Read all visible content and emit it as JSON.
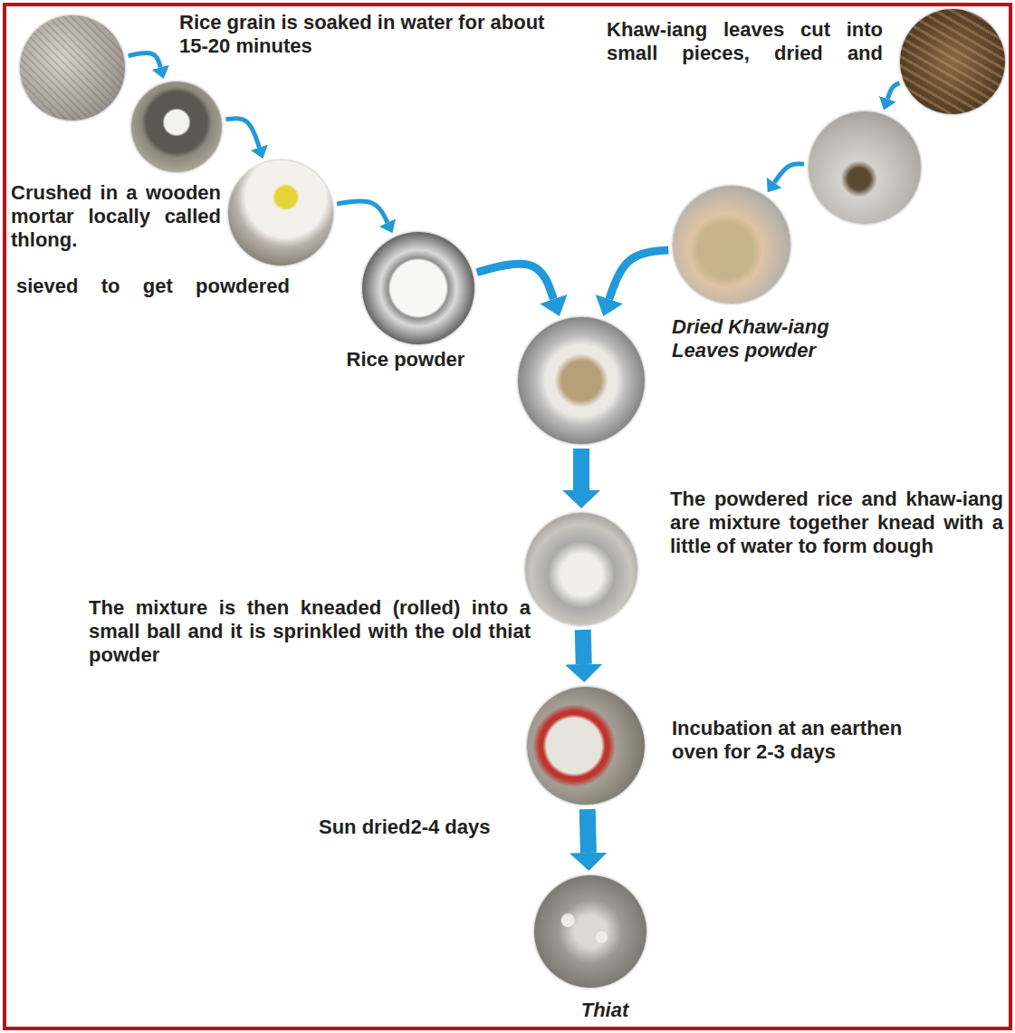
{
  "diagram": {
    "nodes": [
      {
        "text": [
          "Rice grain is soaked in water for about 15-20 minutes"
        ]
      },
      {
        "text": [
          "Crushed in a wooden mortar locally called thlong."
        ]
      },
      {
        "text": [
          "sieved to get powdered"
        ]
      },
      {
        "text": [
          "Rice powder"
        ]
      },
      {
        "text": [
          "Khaw-iang leaves cut into small pieces, dried and"
        ]
      },
      {
        "text": []
      },
      {
        "text": [
          "Dried Khaw-iang Leaves powder"
        ]
      },
      {
        "text": [
          "The powdered rice and khaw-iang are mixture together knead with a little of water to form dough"
        ]
      },
      {
        "text": [
          "The mixture is then kneaded (rolled) into a small ball and it is sprinkled with the old thiat powder"
        ]
      },
      {
        "text": [
          "Incubation at an earthen oven for 2-3 days"
        ]
      },
      {
        "text": [
          "Sun dried2-4 days",
          "Thiat"
        ]
      }
    ],
    "edges": [
      {
        "from": 0,
        "to": 1,
        "arrow": "to"
      },
      {
        "from": 1,
        "to": 2,
        "arrow": "to"
      },
      {
        "from": 2,
        "to": 3,
        "arrow": "to"
      },
      {
        "from": 3,
        "to": 7,
        "arrow": "to"
      },
      {
        "from": 4,
        "to": 5,
        "arrow": "to"
      },
      {
        "from": 5,
        "to": 6,
        "arrow": "to"
      },
      {
        "from": 6,
        "to": 7,
        "arrow": "to"
      },
      {
        "from": 7,
        "to": 8,
        "arrow": "to"
      },
      {
        "from": 8,
        "to": 9,
        "arrow": "to"
      },
      {
        "from": 9,
        "to": 10,
        "arrow": "to"
      }
    ]
  }
}
